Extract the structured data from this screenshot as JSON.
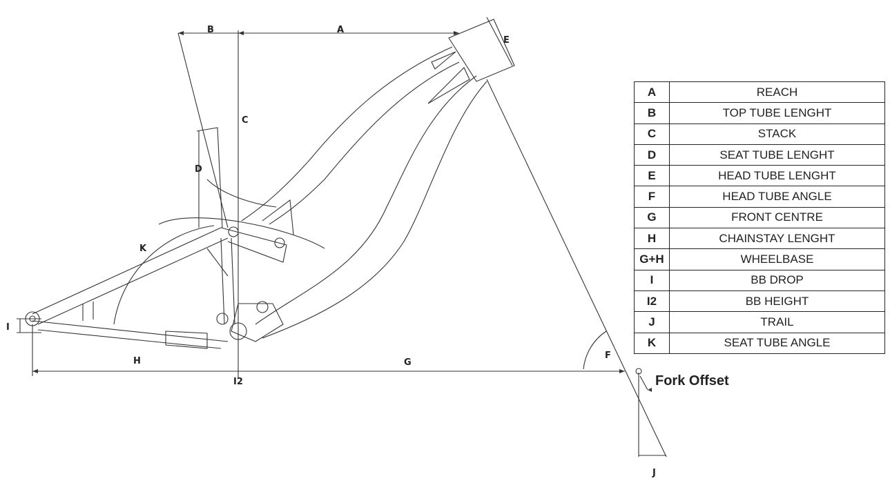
{
  "diagram": {
    "labels": {
      "A": "A",
      "B": "B",
      "C": "C",
      "D": "D",
      "E": "E",
      "F": "F",
      "G": "G",
      "H": "H",
      "I": "I",
      "I2": "I2",
      "J": "J",
      "K": "K"
    },
    "fork_offset": "Fork Offset"
  },
  "legend": {
    "rows": [
      {
        "key": "A",
        "value": "REACH"
      },
      {
        "key": "B",
        "value": "TOP TUBE LENGHT"
      },
      {
        "key": "C",
        "value": "STACK"
      },
      {
        "key": "D",
        "value": "SEAT TUBE LENGHT"
      },
      {
        "key": "E",
        "value": "HEAD TUBE LENGHT"
      },
      {
        "key": "F",
        "value": "HEAD TUBE ANGLE"
      },
      {
        "key": "G",
        "value": "FRONT CENTRE"
      },
      {
        "key": "H",
        "value": "CHAINSTAY LENGHT"
      },
      {
        "key": "G+H",
        "value": "WHEELBASE"
      },
      {
        "key": "I",
        "value": "BB DROP"
      },
      {
        "key": "I2",
        "value": "BB HEIGHT"
      },
      {
        "key": "J",
        "value": "TRAIL"
      },
      {
        "key": "K",
        "value": "SEAT TUBE ANGLE"
      }
    ]
  }
}
